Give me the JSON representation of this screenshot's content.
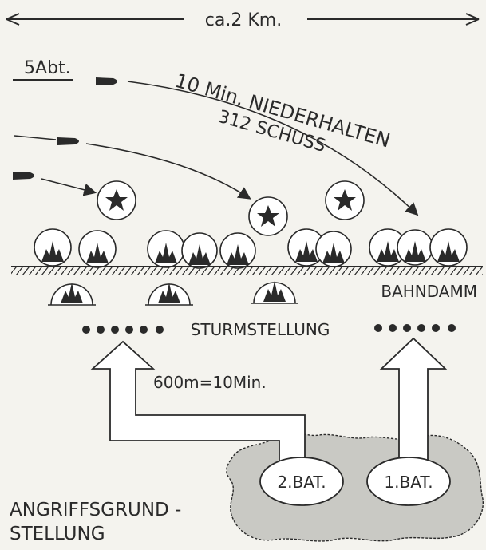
{
  "diagram": {
    "scale_label": "ca.2 Km.",
    "artillery_label": "5Abt.",
    "barrage_duration": "10 Min. NIEDERHALTEN",
    "barrage_rounds": "312 SCHUSS",
    "embankment_label": "BAHNDAMM",
    "assault_position_label": "STURMSTELLUNG",
    "advance_rate_label": "600m=10Min.",
    "battalion_2_label": "2.BAT.",
    "battalion_1_label": "1.BAT.",
    "start_position_label_line1": "ANGRIFFSGRUND -",
    "start_position_label_line2": "STELLUNG"
  },
  "colors": {
    "ink": "#2a2a2a",
    "paper": "#f4f3ee",
    "terrain_fill": "#c9c9c4"
  },
  "icons": {
    "shell": "artillery-shell-icon",
    "impact_airborne": "star-burst-icon",
    "impact_ground": "ground-burst-icon"
  }
}
